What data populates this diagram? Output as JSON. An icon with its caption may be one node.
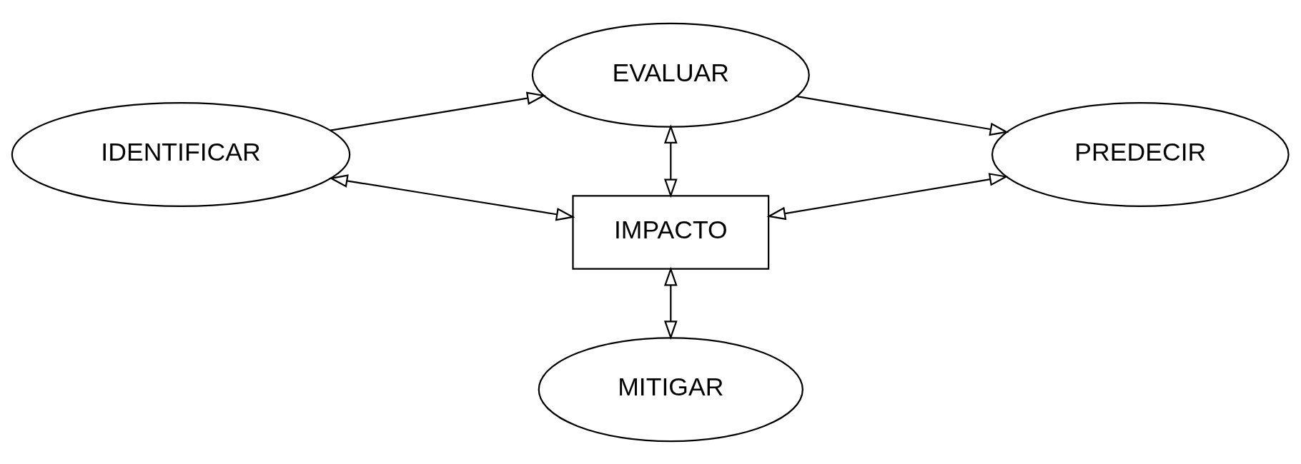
{
  "diagram": {
    "nodes": [
      {
        "text": [
          "EVALUAR"
        ]
      },
      {
        "text": [
          "IDENTIFICAR"
        ]
      },
      {
        "text": [
          "IMPACTO"
        ]
      },
      {
        "text": [
          "PREDECIR"
        ]
      },
      {
        "text": [
          "MITIGAR"
        ]
      }
    ],
    "edges": [
      {
        "from": 1,
        "to": 0,
        "arrow": "to"
      },
      {
        "from": 0,
        "to": 3,
        "arrow": "to"
      },
      {
        "from": 0,
        "to": 2,
        "arrow": "both"
      },
      {
        "from": 1,
        "to": 2,
        "arrow": "both"
      },
      {
        "from": 2,
        "to": 3,
        "arrow": "both"
      },
      {
        "from": 2,
        "to": 4,
        "arrow": "both"
      }
    ]
  }
}
